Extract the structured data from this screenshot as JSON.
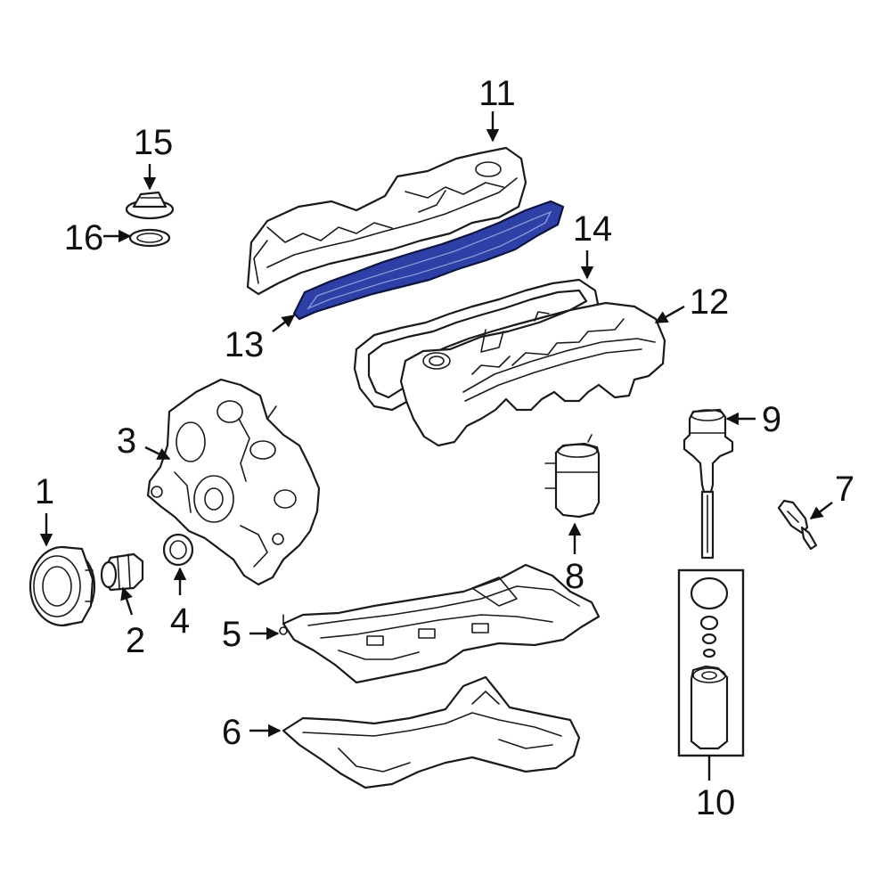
{
  "diagram": {
    "highlight_color": "#2e3fa6",
    "line_color": "#1a1a1a",
    "background_color": "#ffffff",
    "callouts": {
      "p1": "1",
      "p2": "2",
      "p3": "3",
      "p4": "4",
      "p5": "5",
      "p6": "6",
      "p7": "7",
      "p8": "8",
      "p9": "9",
      "p10": "10",
      "p11": "11",
      "p12": "12",
      "p13": "13",
      "p14": "14",
      "p15": "15",
      "p16": "16"
    },
    "highlighted_part": "13"
  }
}
